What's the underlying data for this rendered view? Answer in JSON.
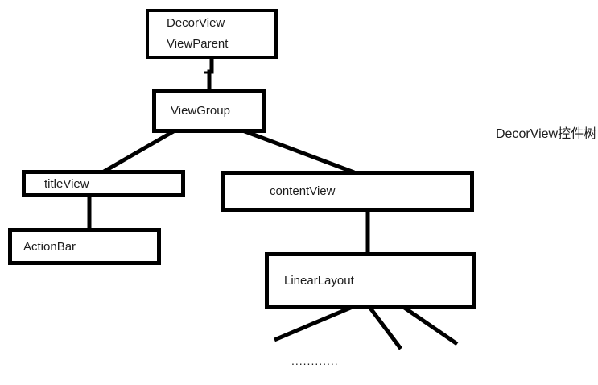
{
  "diagram": {
    "caption": "DecorView控件树",
    "nodes": {
      "decorview": {
        "line1": "DecorView",
        "line2": "ViewParent"
      },
      "viewgroup": {
        "label": "ViewGroup"
      },
      "titleview": {
        "label": "titleView"
      },
      "contentview": {
        "label": "contentView"
      },
      "actionbar": {
        "label": "ActionBar"
      },
      "linearlayout": {
        "label": "LinearLayout"
      }
    },
    "ellipsis": "............",
    "colors": {
      "background": "#ffffff",
      "line": "#000000",
      "text": "#1c1c1c"
    }
  }
}
